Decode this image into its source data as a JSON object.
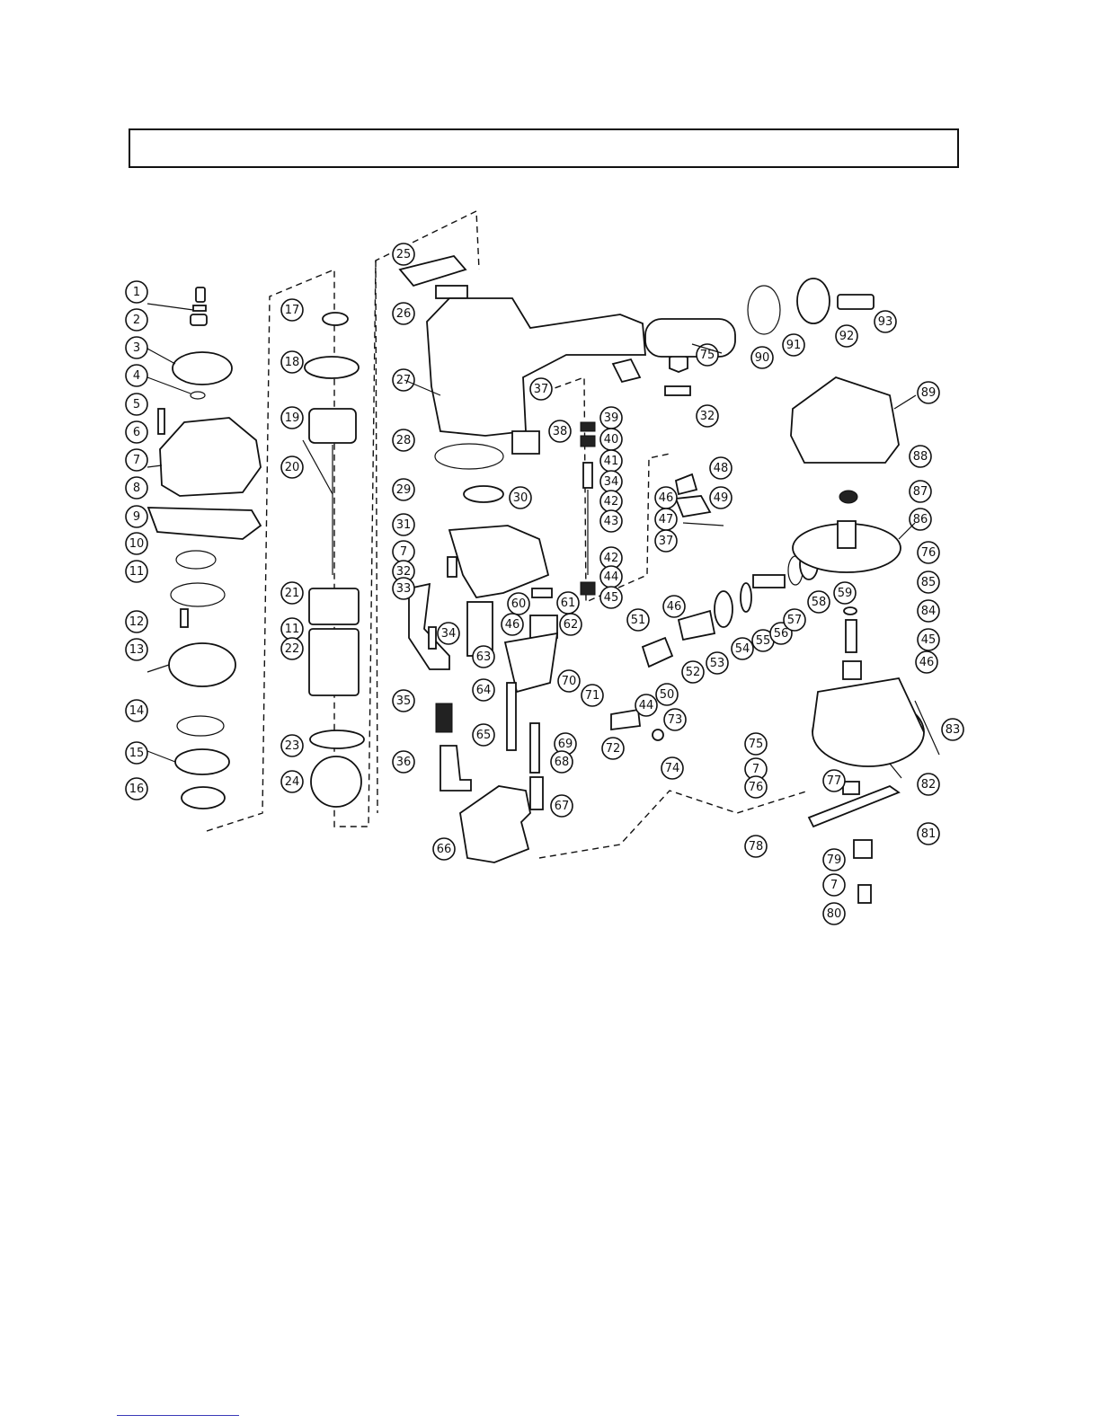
{
  "header": {
    "title": ""
  },
  "callouts": [
    {
      "id": "c1",
      "label": "1"
    },
    {
      "id": "c2",
      "label": "2"
    },
    {
      "id": "c3",
      "label": "3"
    },
    {
      "id": "c4",
      "label": "4"
    },
    {
      "id": "c5",
      "label": "5"
    },
    {
      "id": "c6",
      "label": "6"
    },
    {
      "id": "c7a",
      "label": "7"
    },
    {
      "id": "c8",
      "label": "8"
    },
    {
      "id": "c9",
      "label": "9"
    },
    {
      "id": "c10",
      "label": "10"
    },
    {
      "id": "c11a",
      "label": "11"
    },
    {
      "id": "c12",
      "label": "12"
    },
    {
      "id": "c13",
      "label": "13"
    },
    {
      "id": "c14",
      "label": "14"
    },
    {
      "id": "c15",
      "label": "15"
    },
    {
      "id": "c16",
      "label": "16"
    },
    {
      "id": "c17",
      "label": "17"
    },
    {
      "id": "c18",
      "label": "18"
    },
    {
      "id": "c19",
      "label": "19"
    },
    {
      "id": "c20",
      "label": "20"
    },
    {
      "id": "c21",
      "label": "21"
    },
    {
      "id": "c11b",
      "label": "11"
    },
    {
      "id": "c22",
      "label": "22"
    },
    {
      "id": "c23",
      "label": "23"
    },
    {
      "id": "c24",
      "label": "24"
    },
    {
      "id": "c25",
      "label": "25"
    },
    {
      "id": "c26",
      "label": "26"
    },
    {
      "id": "c27",
      "label": "27"
    },
    {
      "id": "c28",
      "label": "28"
    },
    {
      "id": "c29",
      "label": "29"
    },
    {
      "id": "c30",
      "label": "30"
    },
    {
      "id": "c31",
      "label": "31"
    },
    {
      "id": "c7b",
      "label": "7"
    },
    {
      "id": "c32a",
      "label": "32"
    },
    {
      "id": "c33",
      "label": "33"
    },
    {
      "id": "c34a",
      "label": "34"
    },
    {
      "id": "c35",
      "label": "35"
    },
    {
      "id": "c36",
      "label": "36"
    },
    {
      "id": "c37a",
      "label": "37"
    },
    {
      "id": "c38",
      "label": "38"
    },
    {
      "id": "c39",
      "label": "39"
    },
    {
      "id": "c40",
      "label": "40"
    },
    {
      "id": "c41",
      "label": "41"
    },
    {
      "id": "c34b",
      "label": "34"
    },
    {
      "id": "c42a",
      "label": "42"
    },
    {
      "id": "c43",
      "label": "43"
    },
    {
      "id": "c42b",
      "label": "42"
    },
    {
      "id": "c44a",
      "label": "44"
    },
    {
      "id": "c45a",
      "label": "45"
    },
    {
      "id": "c32b",
      "label": "32"
    },
    {
      "id": "c75a",
      "label": "75"
    },
    {
      "id": "c90",
      "label": "90"
    },
    {
      "id": "c91",
      "label": "91"
    },
    {
      "id": "c92",
      "label": "92"
    },
    {
      "id": "c93",
      "label": "93"
    },
    {
      "id": "c48",
      "label": "48"
    },
    {
      "id": "c46a",
      "label": "46"
    },
    {
      "id": "c49",
      "label": "49"
    },
    {
      "id": "c47",
      "label": "47"
    },
    {
      "id": "c37b",
      "label": "37"
    },
    {
      "id": "c60",
      "label": "60"
    },
    {
      "id": "c61",
      "label": "61"
    },
    {
      "id": "c46b",
      "label": "46"
    },
    {
      "id": "c62",
      "label": "62"
    },
    {
      "id": "c63",
      "label": "63"
    },
    {
      "id": "c64",
      "label": "64"
    },
    {
      "id": "c70",
      "label": "70"
    },
    {
      "id": "c71",
      "label": "71"
    },
    {
      "id": "c69",
      "label": "69"
    },
    {
      "id": "c65",
      "label": "65"
    },
    {
      "id": "c73",
      "label": "73"
    },
    {
      "id": "c72",
      "label": "72"
    },
    {
      "id": "c68",
      "label": "68"
    },
    {
      "id": "c74",
      "label": "74"
    },
    {
      "id": "c67",
      "label": "67"
    },
    {
      "id": "c66",
      "label": "66"
    },
    {
      "id": "c46c",
      "label": "46"
    },
    {
      "id": "c51",
      "label": "51"
    },
    {
      "id": "c50",
      "label": "50"
    },
    {
      "id": "c52",
      "label": "52"
    },
    {
      "id": "c44b",
      "label": "44"
    },
    {
      "id": "c53",
      "label": "53"
    },
    {
      "id": "c54",
      "label": "54"
    },
    {
      "id": "c55",
      "label": "55"
    },
    {
      "id": "c56",
      "label": "56"
    },
    {
      "id": "c57",
      "label": "57"
    },
    {
      "id": "c58",
      "label": "58"
    },
    {
      "id": "c59",
      "label": "59"
    },
    {
      "id": "c89",
      "label": "89"
    },
    {
      "id": "c88",
      "label": "88"
    },
    {
      "id": "c87",
      "label": "87"
    },
    {
      "id": "c86",
      "label": "86"
    },
    {
      "id": "c76a",
      "label": "76"
    },
    {
      "id": "c85",
      "label": "85"
    },
    {
      "id": "c84",
      "label": "84"
    },
    {
      "id": "c45b",
      "label": "45"
    },
    {
      "id": "c46d",
      "label": "46"
    },
    {
      "id": "c83",
      "label": "83"
    },
    {
      "id": "c75b",
      "label": "75"
    },
    {
      "id": "c7c",
      "label": "7"
    },
    {
      "id": "c76b",
      "label": "76"
    },
    {
      "id": "c82",
      "label": "82"
    },
    {
      "id": "c77",
      "label": "77"
    },
    {
      "id": "c78",
      "label": "78"
    },
    {
      "id": "c81",
      "label": "81"
    },
    {
      "id": "c79",
      "label": "79"
    },
    {
      "id": "c7d",
      "label": "7"
    },
    {
      "id": "c80",
      "label": "80"
    }
  ]
}
